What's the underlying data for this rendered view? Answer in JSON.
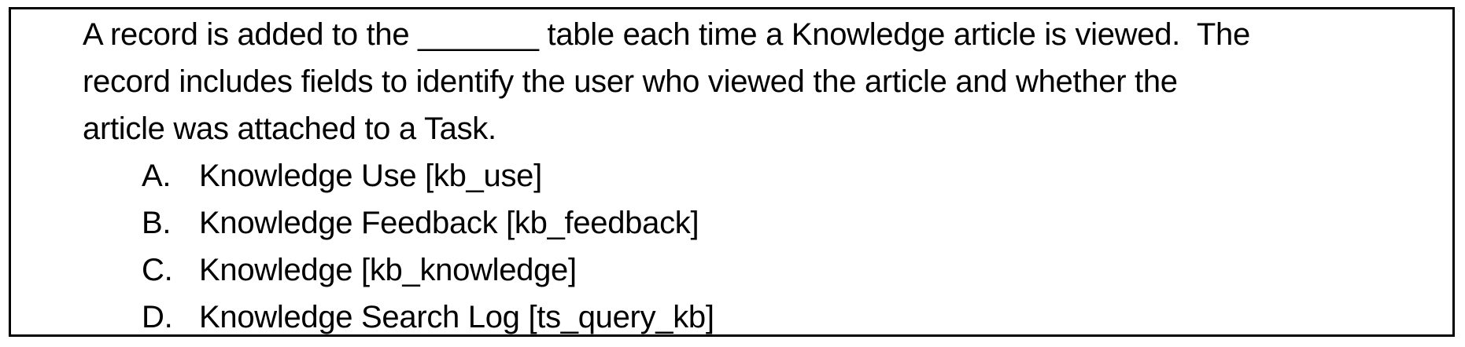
{
  "colors": {
    "background": "#ffffff",
    "border": "#000000",
    "text": "#000000"
  },
  "question": {
    "lines": [
      "A record is added to the _______ table each time a Knowledge article is viewed.  The",
      "record includes fields to identify the user who viewed the article and whether the",
      "article was attached to a Task."
    ]
  },
  "options": [
    {
      "letter": "A.",
      "label": "Knowledge Use [kb_use]"
    },
    {
      "letter": "B.",
      "label": "Knowledge Feedback [kb_feedback]"
    },
    {
      "letter": "C.",
      "label": "Knowledge [kb_knowledge]"
    },
    {
      "letter": "D.",
      "label": "Knowledge Search Log [ts_query_kb]"
    }
  ]
}
